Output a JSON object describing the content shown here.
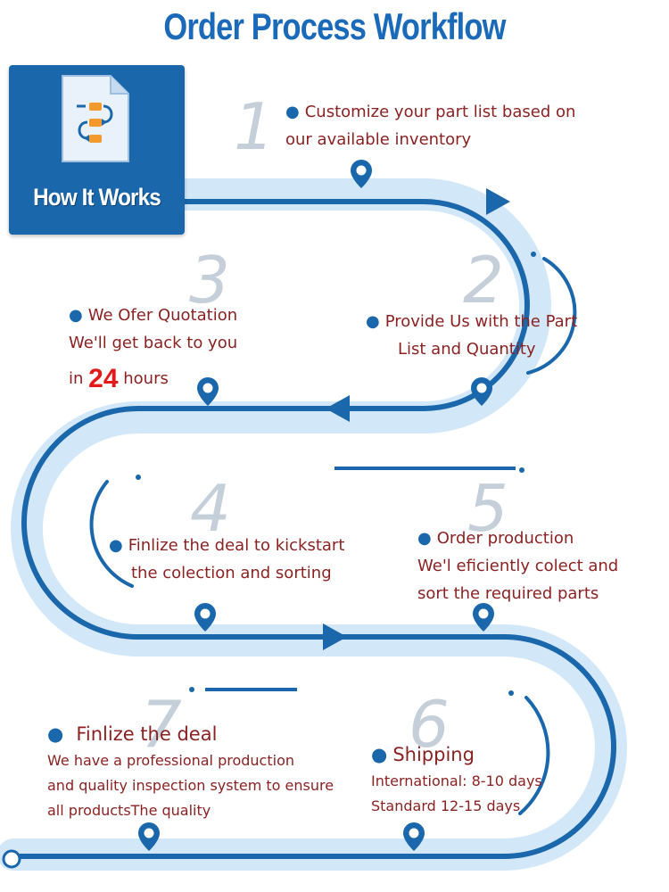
{
  "title": "Order Process Workflow",
  "badge": {
    "label": "How It Works",
    "icon": "document-flow-icon"
  },
  "colors": {
    "primary": "#1a67ac",
    "track": "#d2e7f8",
    "text": "#8b2222",
    "highlight": "#e31a1a",
    "number": "#c5cfd9"
  },
  "steps": [
    {
      "number": "1",
      "line1": "Customize your part list based on",
      "line2": "our available inventory"
    },
    {
      "number": "2",
      "line1": "Provide Us with the Part",
      "line2": "List and Quantity"
    },
    {
      "number": "3",
      "line1": "We Ofer Quotation",
      "line2": "We'll get back to you",
      "line3_prefix": "in",
      "line3_highlight": "24",
      "line3_suffix": "hours"
    },
    {
      "number": "4",
      "line1": "Finlize the deal to kickstart",
      "line2": "the colection and sorting"
    },
    {
      "number": "5",
      "line1": "Order production",
      "line2": "We'l eficiently colect and",
      "line3": "sort the required parts"
    },
    {
      "number": "6",
      "line1": "Shipping",
      "line2": "International: 8-10 days",
      "line3": "Standard 12-15 days"
    },
    {
      "number": "7",
      "line1": "Finlize the deal",
      "line2": "We have a professional production",
      "line3": "and quality inspection system to ensure",
      "line4": "all productsThe quality"
    }
  ]
}
